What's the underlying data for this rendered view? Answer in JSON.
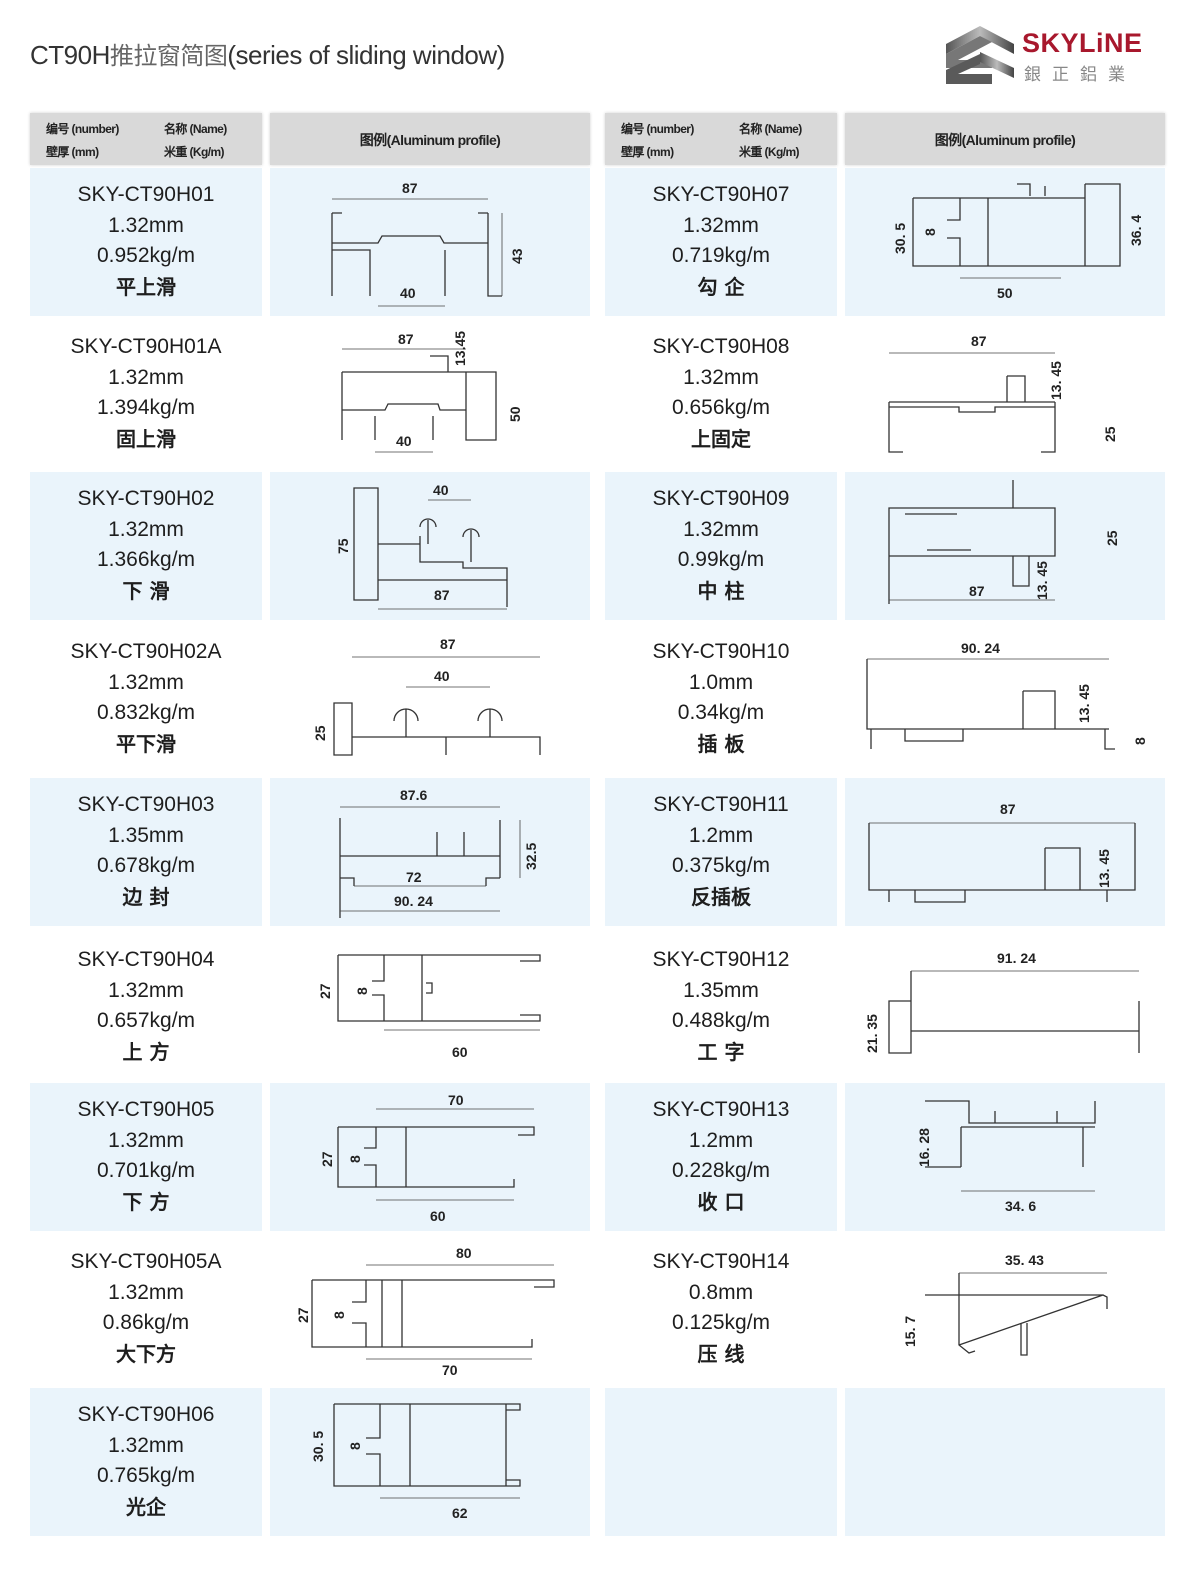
{
  "header": {
    "title_prefix": "CT90H",
    "title_cn": "推拉窗简图",
    "title_en": "(series of  sliding  window)",
    "logo": {
      "brand": "SKYLiNE",
      "brand_cn": "銀正鋁業",
      "icon": "chevron-stack-logo-icon"
    }
  },
  "table_header": {
    "number_label": "编号 (number)",
    "name_label": "名称 (Name)",
    "thickness_label": "壁厚 (mm)",
    "weight_label": "米重 (Kg/m)",
    "profile_label": "图例(Aluminum profile)"
  },
  "colors": {
    "row_alt": "#eaf4fb",
    "header_bg": "#d9d9d9",
    "brand_red": "#a8182d"
  },
  "left_items": [
    {
      "code": "SKY-CT90H01",
      "thickness": "1.32mm",
      "weight": "0.952kg/m",
      "name": "平上滑",
      "dims": [
        "87",
        "40",
        "43"
      ]
    },
    {
      "code": "SKY-CT90H01A",
      "thickness": "1.32mm",
      "weight": "1.394kg/m",
      "name": "固上滑",
      "dims": [
        "87",
        "13.45",
        "50",
        "40"
      ]
    },
    {
      "code": "SKY-CT90H02",
      "thickness": "1.32mm",
      "weight": "1.366kg/m",
      "name": "下 滑",
      "dims": [
        "40",
        "75",
        "87"
      ]
    },
    {
      "code": "SKY-CT90H02A",
      "thickness": "1.32mm",
      "weight": "0.832kg/m",
      "name": "平下滑",
      "dims": [
        "87",
        "40",
        "25"
      ]
    },
    {
      "code": "SKY-CT90H03",
      "thickness": "1.35mm",
      "weight": "0.678kg/m",
      "name": "边 封",
      "dims": [
        "87.6",
        "32.5",
        "72",
        "90. 24"
      ]
    },
    {
      "code": "SKY-CT90H04",
      "thickness": "1.32mm",
      "weight": "0.657kg/m",
      "name": "上 方",
      "dims": [
        "27",
        "8",
        "60"
      ]
    },
    {
      "code": "SKY-CT90H05",
      "thickness": "1.32mm",
      "weight": "0.701kg/m",
      "name": "下 方",
      "dims": [
        "70",
        "27",
        "8",
        "60"
      ]
    },
    {
      "code": "SKY-CT90H05A",
      "thickness": "1.32mm",
      "weight": "0.86kg/m",
      "name": "大下方",
      "dims": [
        "80",
        "27",
        "8",
        "70"
      ]
    },
    {
      "code": "SKY-CT90H06",
      "thickness": "1.32mm",
      "weight": "0.765kg/m",
      "name": "光企",
      "dims": [
        "30. 5",
        "8",
        "62"
      ]
    }
  ],
  "right_items": [
    {
      "code": "SKY-CT90H07",
      "thickness": "1.32mm",
      "weight": "0.719kg/m",
      "name": "勾 企",
      "dims": [
        "30. 5",
        "8",
        "36. 4",
        "50"
      ]
    },
    {
      "code": "SKY-CT90H08",
      "thickness": "1.32mm",
      "weight": "0.656kg/m",
      "name": "上固定",
      "dims": [
        "87",
        "13. 45",
        "25"
      ]
    },
    {
      "code": "SKY-CT90H09",
      "thickness": "1.32mm",
      "weight": "0.99kg/m",
      "name": "中 柱",
      "dims": [
        "25",
        "87",
        "13. 45"
      ]
    },
    {
      "code": "SKY-CT90H10",
      "thickness": "1.0mm",
      "weight": "0.34kg/m",
      "name": "插 板",
      "dims": [
        "90. 24",
        "13. 45",
        "8"
      ]
    },
    {
      "code": "SKY-CT90H11",
      "thickness": "1.2mm",
      "weight": "0.375kg/m",
      "name": "反插板",
      "dims": [
        "87",
        "13. 45"
      ]
    },
    {
      "code": "SKY-CT90H12",
      "thickness": "1.35mm",
      "weight": "0.488kg/m",
      "name": "工 字",
      "dims": [
        "91. 24",
        "21. 35"
      ]
    },
    {
      "code": "SKY-CT90H13",
      "thickness": "1.2mm",
      "weight": "0.228kg/m",
      "name": "收 口",
      "dims": [
        "16. 28",
        "34. 6"
      ]
    },
    {
      "code": "SKY-CT90H14",
      "thickness": "0.8mm",
      "weight": "0.125kg/m",
      "name": "压 线",
      "dims": [
        "35. 43",
        "15. 7"
      ]
    }
  ]
}
